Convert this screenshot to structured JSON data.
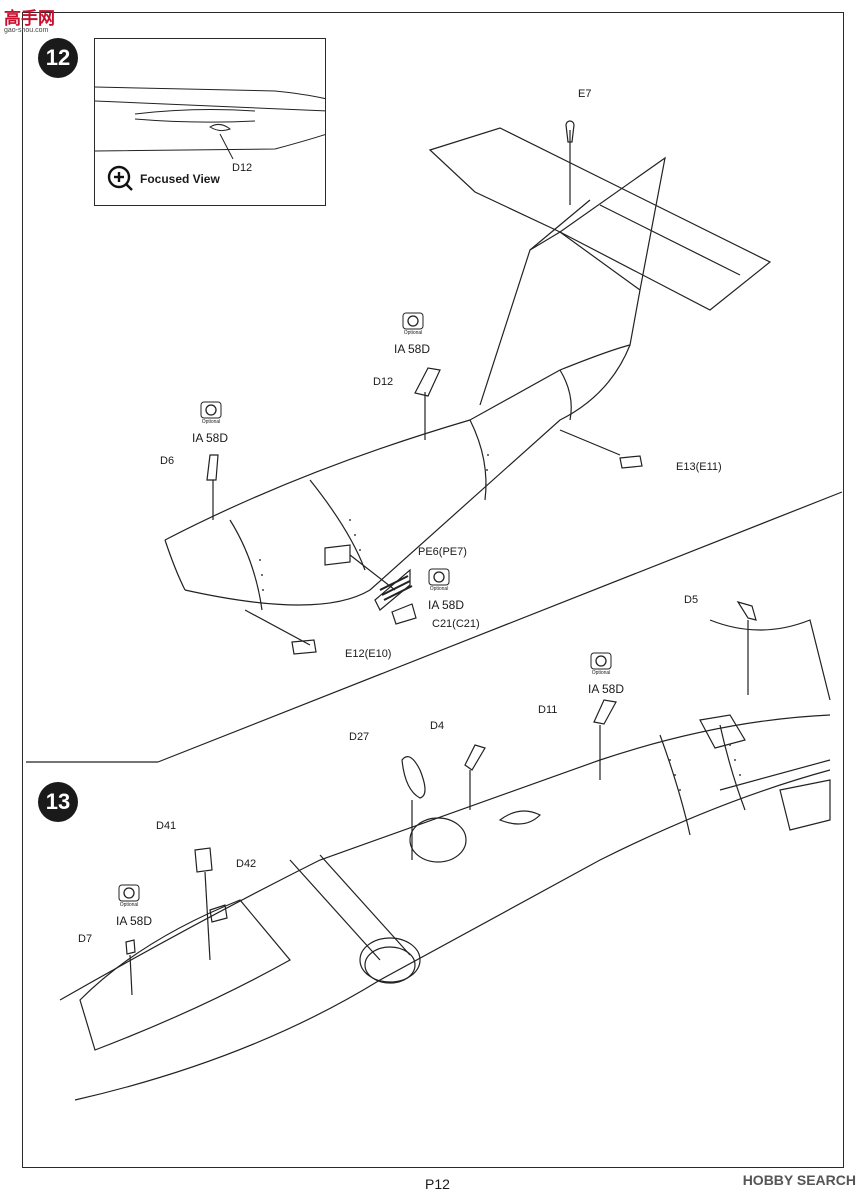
{
  "watermark_top": "高手网",
  "watermark_top_url": "gao-shou.com",
  "watermark_bottom": "HOBBY SEARCH",
  "page_number": "P12",
  "steps": [
    "12",
    "13"
  ],
  "inset": {
    "label": "Focused View",
    "part": "D12"
  },
  "optional_text": "Optional",
  "ia_label": "IA 58D",
  "parts_step12": {
    "e7": "E7",
    "d12": "D12",
    "d6": "D6",
    "e13": "E13(E11)",
    "pe6": "PE6(PE7)",
    "c21": "C21(C21)",
    "e12": "E12(E10)"
  },
  "parts_step13": {
    "d5": "D5",
    "d11": "D11",
    "d27": "D27",
    "d4": "D4",
    "d41": "D41",
    "d42": "D42",
    "d7": "D7"
  },
  "icons": {
    "focus": "magnifier-plus-icon",
    "optional": "optional-badge-icon"
  }
}
